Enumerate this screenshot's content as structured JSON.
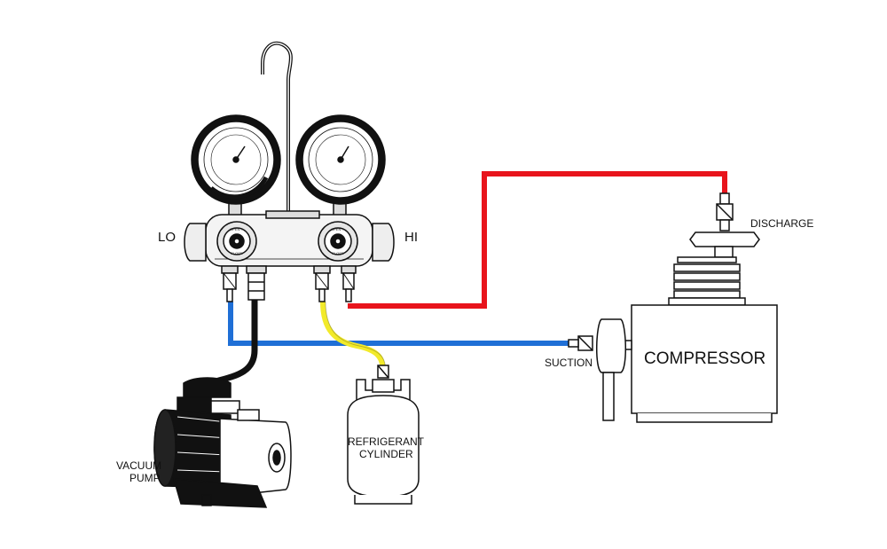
{
  "labels": {
    "lo": "LO",
    "hi": "HI",
    "discharge": "DISCHARGE",
    "suction": "SUCTION",
    "compressor": "COMPRESSOR",
    "refrigerant_line1": "REFRIGERANT",
    "refrigerant_line2": "CYLINDER",
    "vacuum_line1": "VACUUM",
    "vacuum_line2": "PUMP"
  },
  "knobs": {
    "open_close_top": "OPEN ←",
    "open_close_bottom": "CLOSE"
  },
  "colors": {
    "high_side_hose": "#e8141c",
    "low_side_hose": "#1f6fd6",
    "service_hose": "#f2ea2a",
    "vacuum_hose": "#111111",
    "outline": "#111111"
  },
  "icons": [
    "manifold-gauge-set",
    "low-pressure-gauge",
    "high-pressure-gauge",
    "vacuum-pump",
    "refrigerant-cylinder",
    "compressor",
    "suction-valve",
    "discharge-valve"
  ]
}
